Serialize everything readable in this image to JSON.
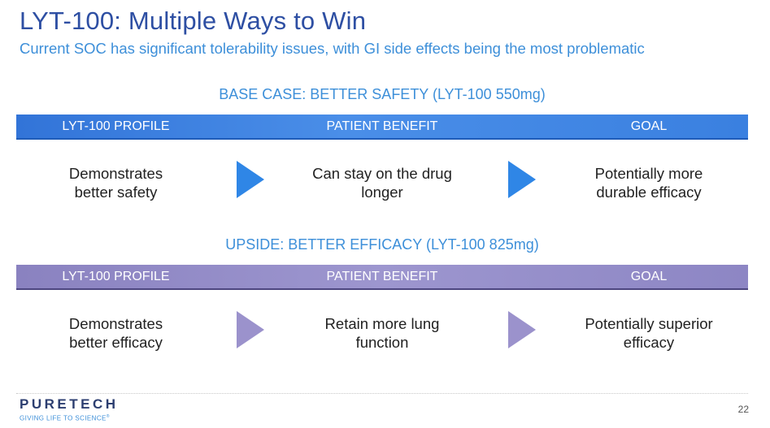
{
  "title": "LYT-100: Multiple Ways to Win",
  "subtitle": "Current SOC has significant tolerability issues, with GI side effects being the most problematic",
  "sections": [
    {
      "heading": "BASE CASE: BETTER SAFETY (LYT-100 550mg)",
      "columns": [
        "LYT-100 PROFILE",
        "PATIENT BENEFIT",
        "GOAL"
      ],
      "cells": [
        [
          "Demonstrates",
          "better safety"
        ],
        [
          "Can stay on the drug",
          "longer"
        ],
        [
          "Potentially more",
          "durable efficacy"
        ]
      ],
      "color": "#3a80e0"
    },
    {
      "heading": "UPSIDE: BETTER EFFICACY (LYT-100 825mg)",
      "columns": [
        "LYT-100 PROFILE",
        "PATIENT BENEFIT",
        "GOAL"
      ],
      "cells": [
        [
          "Demonstrates",
          "better efficacy"
        ],
        [
          "Retain more lung",
          "function"
        ],
        [
          "Potentially superior",
          "efficacy"
        ]
      ],
      "color": "#9b92cc"
    }
  ],
  "footer": {
    "logo": "PURETECH",
    "tagline": "GIVING LIFE TO SCIENCE",
    "tagline_mark": "®",
    "page_number": "22"
  }
}
